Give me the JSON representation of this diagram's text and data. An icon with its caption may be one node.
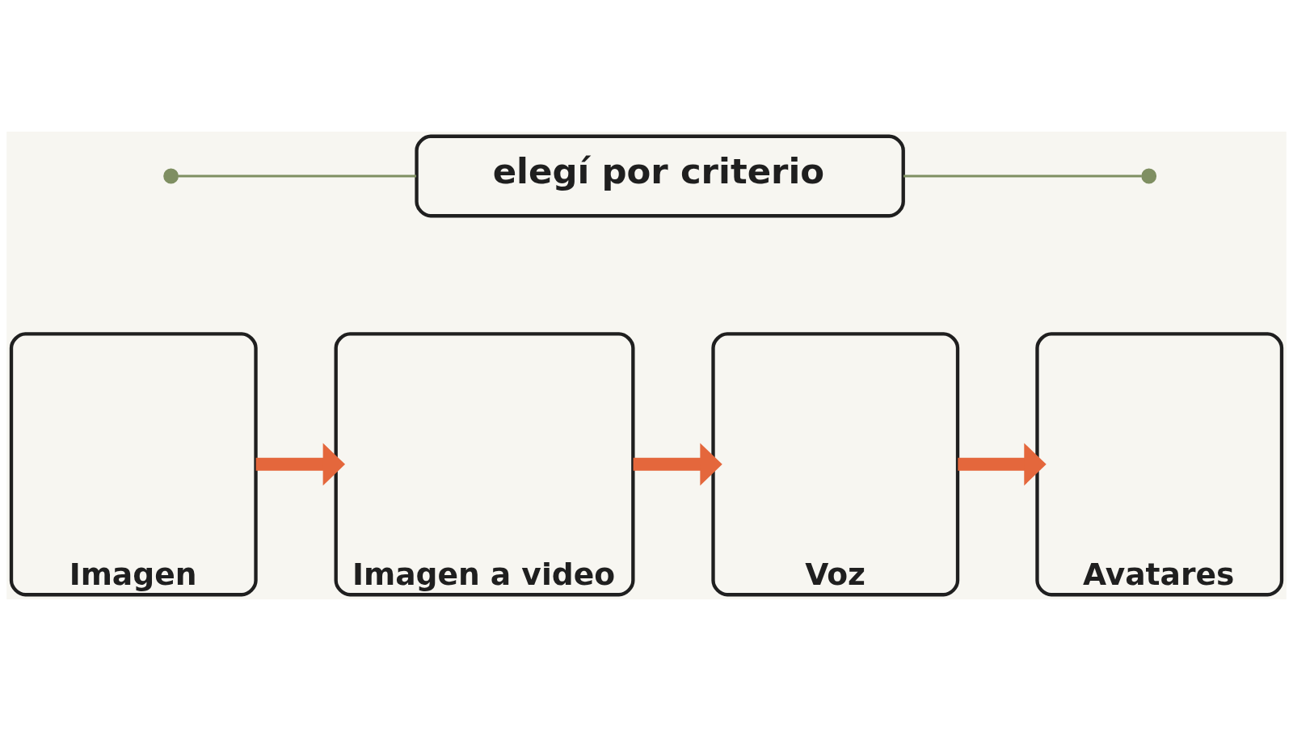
{
  "diagram": {
    "nodes": [
      {
        "text": [],
        "shape": "circle"
      },
      {
        "text": [
          "elegí por criterio"
        ]
      },
      {
        "text": [],
        "shape": "circle"
      },
      {
        "text": [
          "Imagen"
        ]
      },
      {
        "text": [
          "Imagen a video"
        ]
      },
      {
        "text": [
          "Voz"
        ]
      },
      {
        "text": [
          "Avatares"
        ]
      }
    ],
    "edges": [
      {
        "from": 0,
        "to": 1,
        "arrow": "none",
        "color": "#7f8f62"
      },
      {
        "from": 1,
        "to": 2,
        "arrow": "none",
        "color": "#7f8f62"
      },
      {
        "from": 3,
        "to": 4,
        "arrow": "to"
      },
      {
        "from": 4,
        "to": 5,
        "arrow": "to"
      },
      {
        "from": 5,
        "to": 6,
        "arrow": "to"
      }
    ]
  }
}
